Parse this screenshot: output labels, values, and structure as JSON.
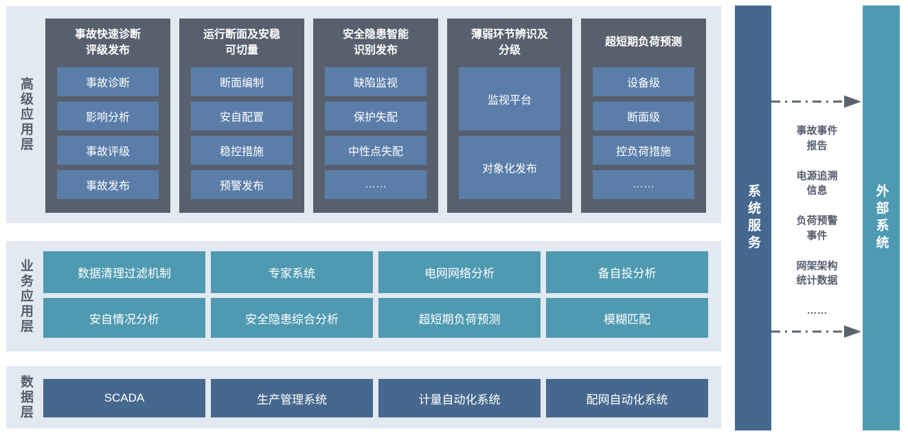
{
  "colors": {
    "panel_bg": "#e2e9f0",
    "column_bg": "#58606e",
    "item_blue": "#5b7ea9",
    "item_teal": "#4f9ab1",
    "item_navy": "#46688e",
    "bar_system": "#45688f",
    "bar_external": "#4f9ab3",
    "label_text": "#565e6b",
    "arrow": "#5a626e"
  },
  "layers": {
    "advanced": {
      "label": "高级应用层",
      "columns": [
        {
          "title": "事故快速诊断\n评级发布",
          "items": [
            "事故诊断",
            "影响分析",
            "事故评级",
            "事故发布"
          ]
        },
        {
          "title": "运行断面及安稳\n可切量",
          "items": [
            "断面编制",
            "安自配置",
            "稳控措施",
            "预警发布"
          ]
        },
        {
          "title": "安全隐患智能\n识别发布",
          "items": [
            "缺陷监视",
            "保护失配",
            "中性点失配",
            "……"
          ]
        },
        {
          "title": "薄弱环节辨识及\n分级",
          "items": [
            "监视平台",
            "对象化发布"
          ]
        },
        {
          "title": "超短期负荷预测",
          "items": [
            "设备级",
            "断面级",
            "控负荷措施",
            "……"
          ]
        }
      ]
    },
    "business": {
      "label": "业务应用层",
      "items": [
        "数据清理过滤机制",
        "专家系统",
        "电网网络分析",
        "备自投分析",
        "安自情况分析",
        "安全隐患综合分析",
        "超短期负荷预测",
        "模糊匹配"
      ]
    },
    "data": {
      "label": "数据层",
      "items": [
        "SCADA",
        "生产管理系统",
        "计量自动化系统",
        "配网自动化系统"
      ]
    }
  },
  "services_bar": {
    "label": "系统服务"
  },
  "external_bar": {
    "label": "外部系统"
  },
  "exchange": {
    "items": [
      "事故事件\n报告",
      "电源追溯\n信息",
      "负荷预警\n事件",
      "网架架构\n统计数据",
      "……"
    ]
  }
}
